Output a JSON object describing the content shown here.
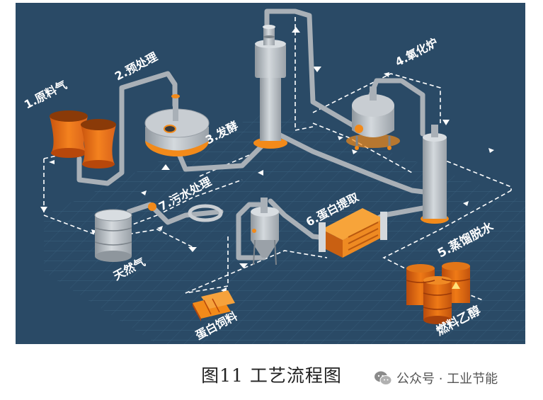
{
  "figure": {
    "steps": [
      {
        "id": "raw",
        "label": "1.原料气"
      },
      {
        "id": "pre",
        "label": "2.预处理"
      },
      {
        "id": "ferment",
        "label": "3.发酵"
      },
      {
        "id": "oxid",
        "label": "4.氧化炉"
      },
      {
        "id": "distill",
        "label": "5.蒸馏脱水"
      },
      {
        "id": "protein",
        "label": "6.蛋白提取"
      },
      {
        "id": "waste",
        "label": "7.污水处理"
      }
    ],
    "outputs": {
      "gas": "天然气",
      "feed": "蛋白饲料",
      "fuel": "燃料乙醇"
    }
  },
  "caption": "图11  工艺流程图",
  "watermark": "公众号 · 工业节能",
  "colors": {
    "background": "#2a4a66",
    "orange": "#f28a1a",
    "pipe": "#a9b0b7",
    "dashed": "#ffffff"
  },
  "icons": [
    "wechat-icon"
  ]
}
